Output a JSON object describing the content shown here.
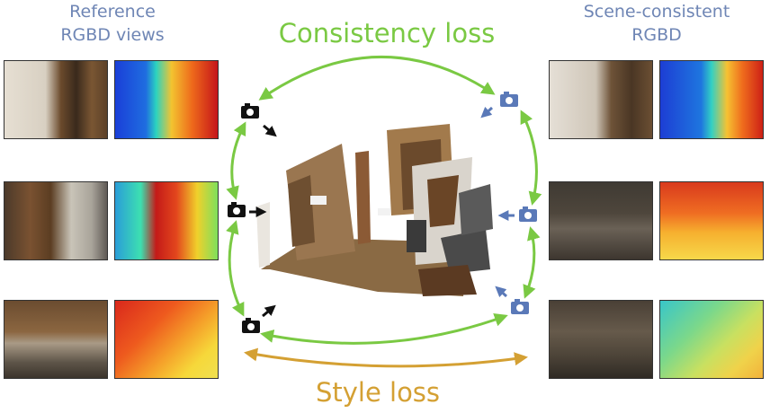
{
  "left_header": {
    "line1": "Reference",
    "line2": "RGBD views"
  },
  "right_header": {
    "line1": "Scene-consistent",
    "line2": "RGBD"
  },
  "consistency_label": "Consistency loss",
  "style_label": "Style loss",
  "colors": {
    "consistency": "#7ac943",
    "style": "#d4a033",
    "header": "#6f86b5",
    "camera_left": "#111111",
    "camera_right": "#5a79b8"
  },
  "icons": {
    "camera": "camera-icon",
    "arrow": "arrow-icon"
  }
}
